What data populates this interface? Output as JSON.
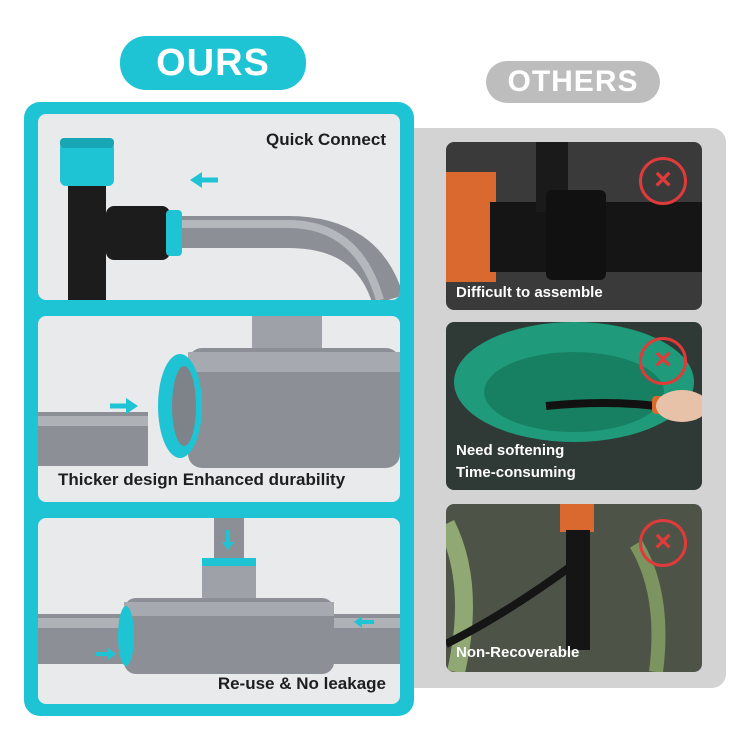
{
  "header": {
    "ours_label": "OURS",
    "others_label": "OTHERS"
  },
  "ours": {
    "cards": [
      {
        "label": "Quick Connect"
      },
      {
        "label": "Thicker design Enhanced durability"
      },
      {
        "label": "Re-use & No leakage"
      }
    ]
  },
  "others": {
    "cards": [
      {
        "lines": [
          "Difficult to assemble"
        ]
      },
      {
        "lines": [
          "Need softening",
          "Time-consuming"
        ]
      },
      {
        "lines": [
          "Non-Recoverable"
        ]
      }
    ],
    "mark_icon": "x-circle-icon"
  },
  "colors": {
    "accent": "#1fc4d4",
    "others_gray": "#bdbdbd",
    "pipe_gray": "#8c9096",
    "cross_red": "#e03a3a"
  }
}
